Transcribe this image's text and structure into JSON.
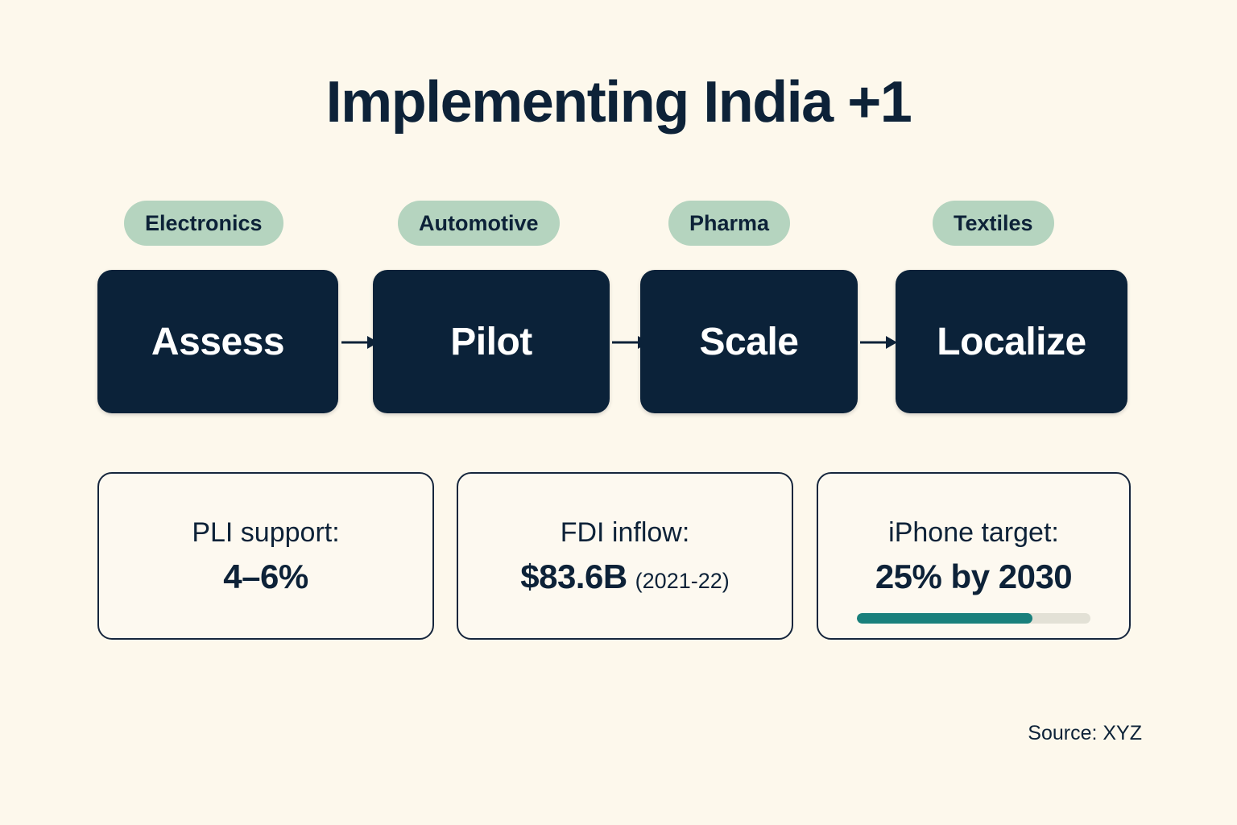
{
  "page": {
    "title": "Implementing India +1",
    "background_color": "#fdf8ec",
    "ink_color": "#0d2238",
    "accent_green": "#b5d4bf",
    "accent_teal": "#19807c",
    "box_navy": "#0b2239"
  },
  "flow": {
    "stages": [
      {
        "sector": "Electronics",
        "step": "Assess"
      },
      {
        "sector": "Automotive",
        "step": "Pilot"
      },
      {
        "sector": "Pharma",
        "step": "Scale"
      },
      {
        "sector": "Textiles",
        "step": "Localize"
      }
    ],
    "arrow_icon": "arrow-right-icon"
  },
  "stats": [
    {
      "label": "PLI support:",
      "value": "4–6%",
      "note": "",
      "progress": null
    },
    {
      "label": "FDI inflow:",
      "value": "$83.6B",
      "note": "(2021-22)",
      "progress": null
    },
    {
      "label": "iPhone target:",
      "value": "25% by 2030",
      "note": "",
      "progress": 75
    }
  ],
  "footer": {
    "source": "Source: XYZ"
  }
}
